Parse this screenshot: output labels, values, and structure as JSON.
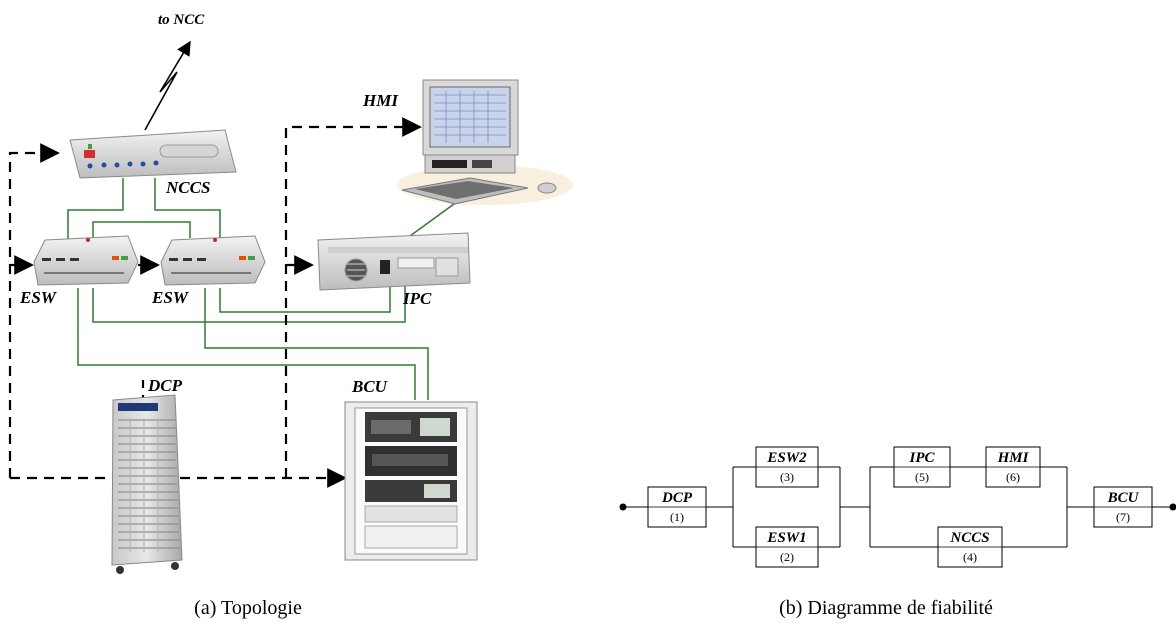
{
  "topology": {
    "labels": {
      "to_ncc": "to NCC",
      "hmi": "HMI",
      "nccs": "NCCS",
      "esw_left": "ESW",
      "esw_right": "ESW",
      "ipc": "IPC",
      "dcp": "DCP",
      "bcu": "BCU"
    },
    "caption": "(a)  Topologie"
  },
  "reliability": {
    "blocks": {
      "dcp": {
        "name": "DCP",
        "num": "(1)"
      },
      "esw2": {
        "name": "ESW2",
        "num": "(3)"
      },
      "esw1": {
        "name": "ESW1",
        "num": "(2)"
      },
      "ipc": {
        "name": "IPC",
        "num": "(5)"
      },
      "hmi": {
        "name": "HMI",
        "num": "(6)"
      },
      "nccs": {
        "name": "NCCS",
        "num": "(4)"
      },
      "bcu": {
        "name": "BCU",
        "num": "(7)"
      }
    },
    "caption": "(b)  Diagramme de fiabilité"
  },
  "colors": {
    "network_link": "#2e7d32",
    "data_flow": "#000000",
    "device_fill": "#e3e3e3",
    "device_stroke": "#888888"
  }
}
